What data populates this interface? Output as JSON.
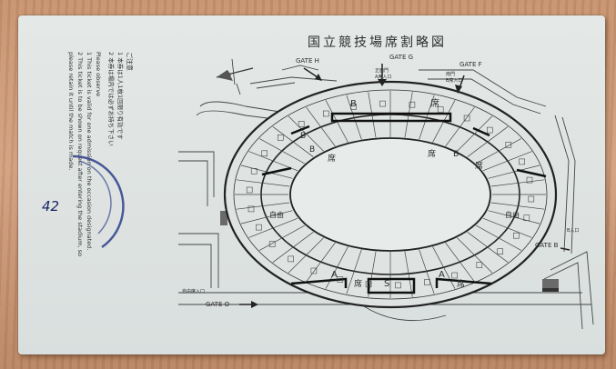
{
  "map": {
    "title": "国立競技場席割略図",
    "gates": {
      "h": "GATE H",
      "g": "GATE G",
      "f": "GATE F",
      "b": "GATE B",
      "o": "GATE O"
    },
    "gate_small": {
      "g_top": "正面門",
      "g_sub": "A席入口",
      "f_top": "南門",
      "f_sub": "B席入口",
      "b_side": "B入口",
      "o_side": "自由席入口"
    },
    "sections": {
      "b_seat": "B",
      "seat_char": "席",
      "a_seat": "A",
      "s_seat": "S",
      "free_left": "自由",
      "free_right": "自由"
    }
  },
  "notes": {
    "heading": "ご注意",
    "jp_1": "1 本券は1人1枚1回限り有効です",
    "jp_2": "2 本券は場内では必ずお持ち下さい",
    "en_1a": "1 This ticket is valid for one admission on the occasion designated.",
    "en_2a": "2 This ticket is to be shown on request after entering the stadium, so",
    "en_2b": "please retain it until the match is made.",
    "en_1b": "Please observe",
    "stamp_text": "42"
  }
}
